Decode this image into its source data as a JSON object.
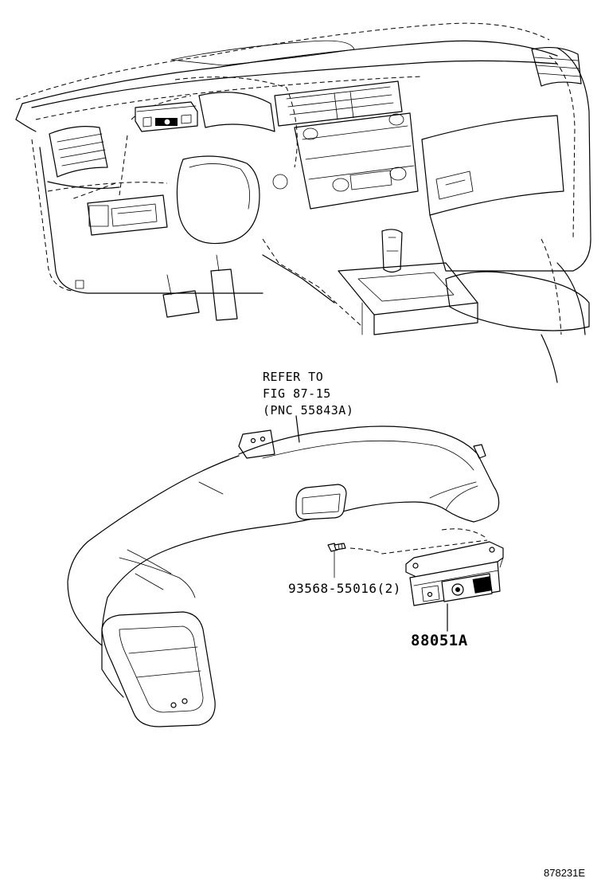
{
  "callouts": {
    "refer_line1": "REFER TO",
    "refer_line2": "FIG 87-15",
    "refer_line3": "(PNC 55843A)",
    "screw_part": "93568-55016(2)",
    "unit_part": "88051A"
  },
  "figure_id": "878231E"
}
